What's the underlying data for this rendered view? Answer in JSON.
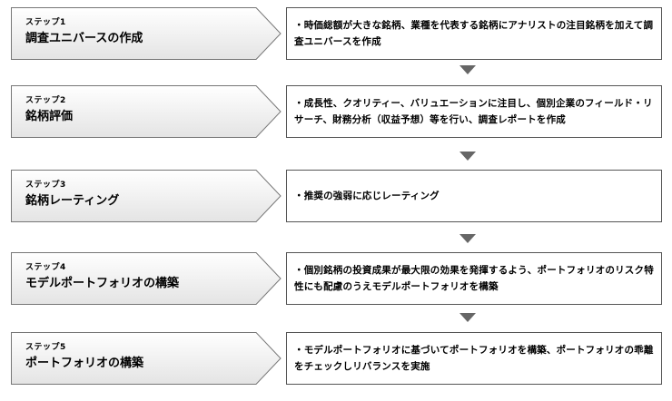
{
  "steps": [
    {
      "label": "ステップ1",
      "title": "調査ユニバースの作成",
      "description": "・時価総額が大きな銘柄、業種を代表する銘柄にアナリストの注目銘柄を加えて調査ユニバースを作成"
    },
    {
      "label": "ステップ2",
      "title": "銘柄評価",
      "description": "・成長性、クオリティー、バリュエーションに注目し、個別企業のフィールド・リサーチ、財務分析（収益予想）等を行い、調査レポートを作成"
    },
    {
      "label": "ステップ3",
      "title": "銘柄レーティング",
      "description": "・推奨の強弱に応じレーティング"
    },
    {
      "label": "ステップ4",
      "title": "モデルポートフォリオの構築",
      "description": "・個別銘柄の投資成果が最大限の効果を発揮するよう、ポートフォリオのリスク特性にも配慮のうえモデルポートフォリオを構築"
    },
    {
      "label": "ステップ5",
      "title": "ポートフォリオの構築",
      "description": "・モデルポートフォリオに基づいてポートフォリオを構築、ポートフォリオの乖離をチェックしリバランスを実施"
    }
  ],
  "colors": {
    "step_fill_top": "#ffffff",
    "step_fill_bottom": "#e6e6e6",
    "step_stroke": "#777777",
    "arrow": "#666666",
    "box_border": "#555555"
  }
}
